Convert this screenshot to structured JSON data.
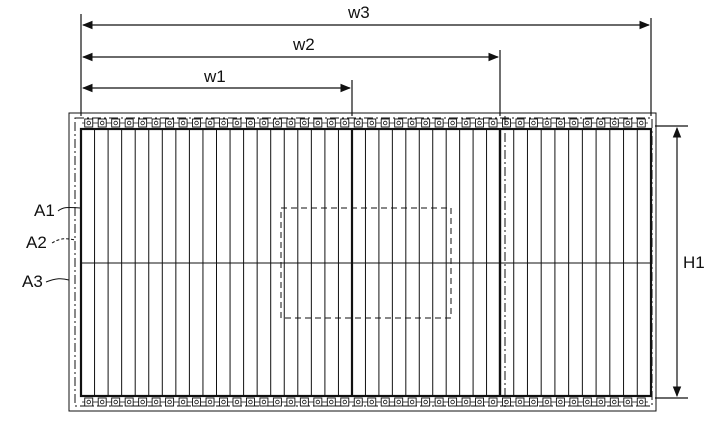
{
  "figure": {
    "dimension_labels": {
      "w1": "w1",
      "w2": "w2",
      "w3": "w3",
      "h1": "H1"
    },
    "region_labels": {
      "a1": "A1",
      "a2": "A2",
      "a3": "A3"
    },
    "strips": {
      "region_w1_count": 20,
      "region_w2_count": 11,
      "region_w3_count": 11
    },
    "pad_rows": {
      "pad_count": 42
    },
    "colors": {
      "line": "#111111",
      "background": "#ffffff"
    }
  }
}
